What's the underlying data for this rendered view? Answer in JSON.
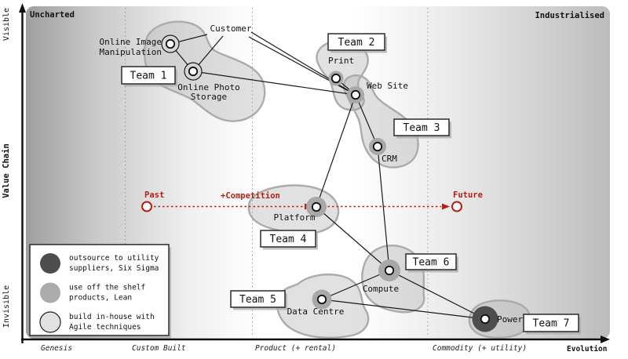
{
  "map": {
    "corner_labels": {
      "top_left": "Uncharted",
      "top_right": "Industrialised"
    },
    "y_axis": {
      "title": "Value Chain",
      "top": "Visible",
      "bottom": "Invisible"
    },
    "x_axis": {
      "title": "Evolution",
      "stages": [
        "Genesis",
        "Custom Built",
        "Product (+ rental)",
        "Commodity (+ utility)"
      ]
    },
    "timeline": {
      "past": "Past",
      "competition": "+Competition",
      "future": "Future"
    },
    "nodes": {
      "customer": "Customer",
      "online_image_manipulation": {
        "line1": "Online Image",
        "line2": "Manipulation"
      },
      "online_photo_storage": {
        "line1": "Online Photo",
        "line2": "Storage"
      },
      "print": "Print",
      "web_site": "Web Site",
      "crm": "CRM",
      "platform": "Platform",
      "compute": "Compute",
      "data_centre": "Data Centre",
      "power": "Power"
    },
    "teams": [
      {
        "label": "Team 1"
      },
      {
        "label": "Team 2"
      },
      {
        "label": "Team 3"
      },
      {
        "label": "Team 4"
      },
      {
        "label": "Team 5"
      },
      {
        "label": "Team 6"
      },
      {
        "label": "Team 7"
      }
    ],
    "legend": [
      {
        "swatch": "dark-circle",
        "line1": "outsource to utility",
        "line2": "suppliers, Six Sigma"
      },
      {
        "swatch": "medium-circle",
        "line1": "use off the shelf",
        "line2": "products, Lean"
      },
      {
        "swatch": "light-circle",
        "line1": "build in-house with",
        "line2": "Agile techniques"
      }
    ],
    "colors": {
      "timeline_red": "#b22016",
      "blob_stroke": "#ababab",
      "halo_product": "#a8a8a8",
      "halo_utility": "#4d4d4d",
      "halo_inhouse": "#d6d6d6",
      "bg_left": "#9f9f9f",
      "bg_right": "#bcbcbc"
    }
  }
}
